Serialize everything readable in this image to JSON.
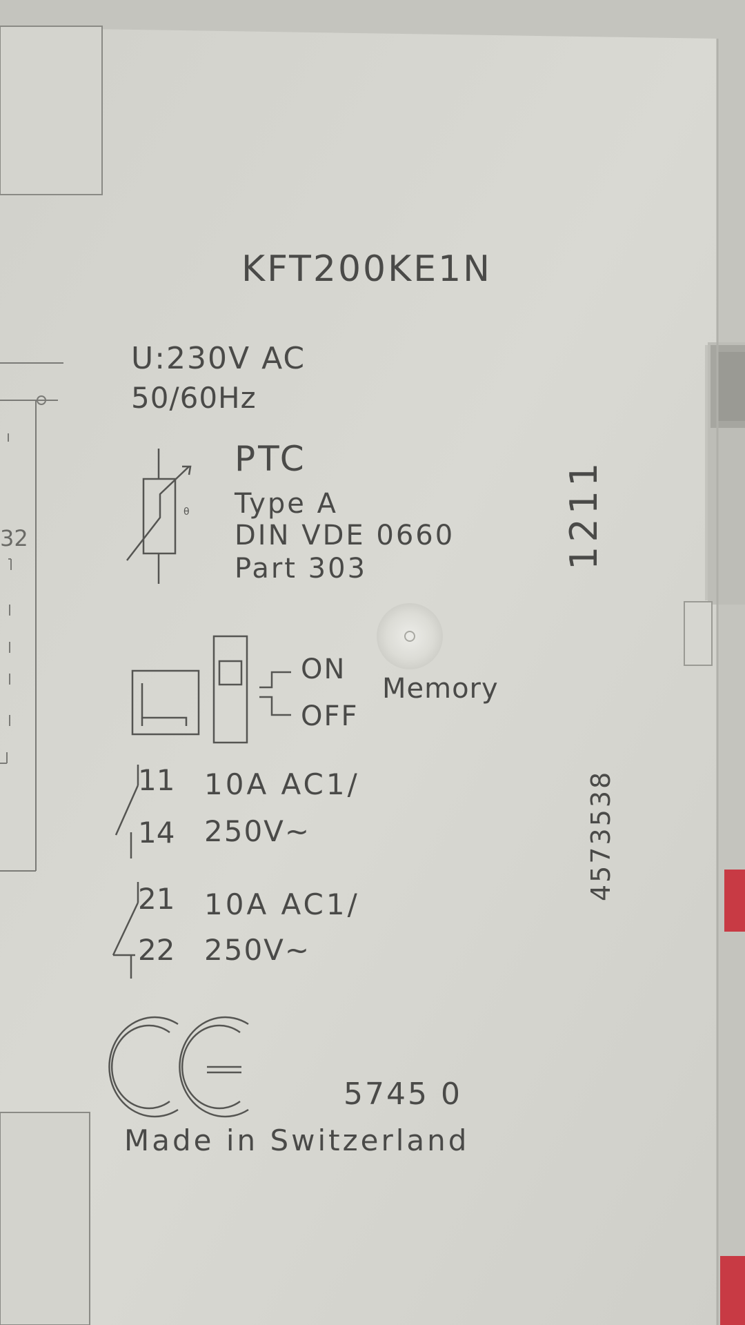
{
  "label": {
    "model": "KFT200KE1N",
    "voltage": "U:230V AC",
    "frequency": "50/60Hz",
    "sensor": {
      "name": "PTC",
      "type": "Type A",
      "standard": "DIN VDE 0660",
      "part": "Part 303"
    },
    "switch": {
      "on": "ON",
      "off": "OFF",
      "memory": "Memory"
    },
    "contacts": [
      {
        "terminal_top": "11",
        "terminal_bottom": "14",
        "rating_line1": "10A AC1/",
        "rating_line2": "250V~"
      },
      {
        "terminal_top": "21",
        "terminal_bottom": "22",
        "rating_line1": "10A AC1/",
        "rating_line2": "250V~"
      }
    ],
    "date_code": "1211",
    "serial": "4573538",
    "approval_code": "5745 0",
    "origin": "Made in Switzerland",
    "edge_text": "32",
    "marks": [
      "CE"
    ]
  },
  "colors": {
    "housing": "#d9d9d3",
    "engraving": "#4a4a48",
    "latch_red": "#c83a44"
  },
  "icons": [
    "ptc-thermistor-icon",
    "relay-box-icon",
    "dip-switch-icon",
    "nc-contact-icon",
    "no-contact-icon",
    "ce-mark-icon"
  ]
}
